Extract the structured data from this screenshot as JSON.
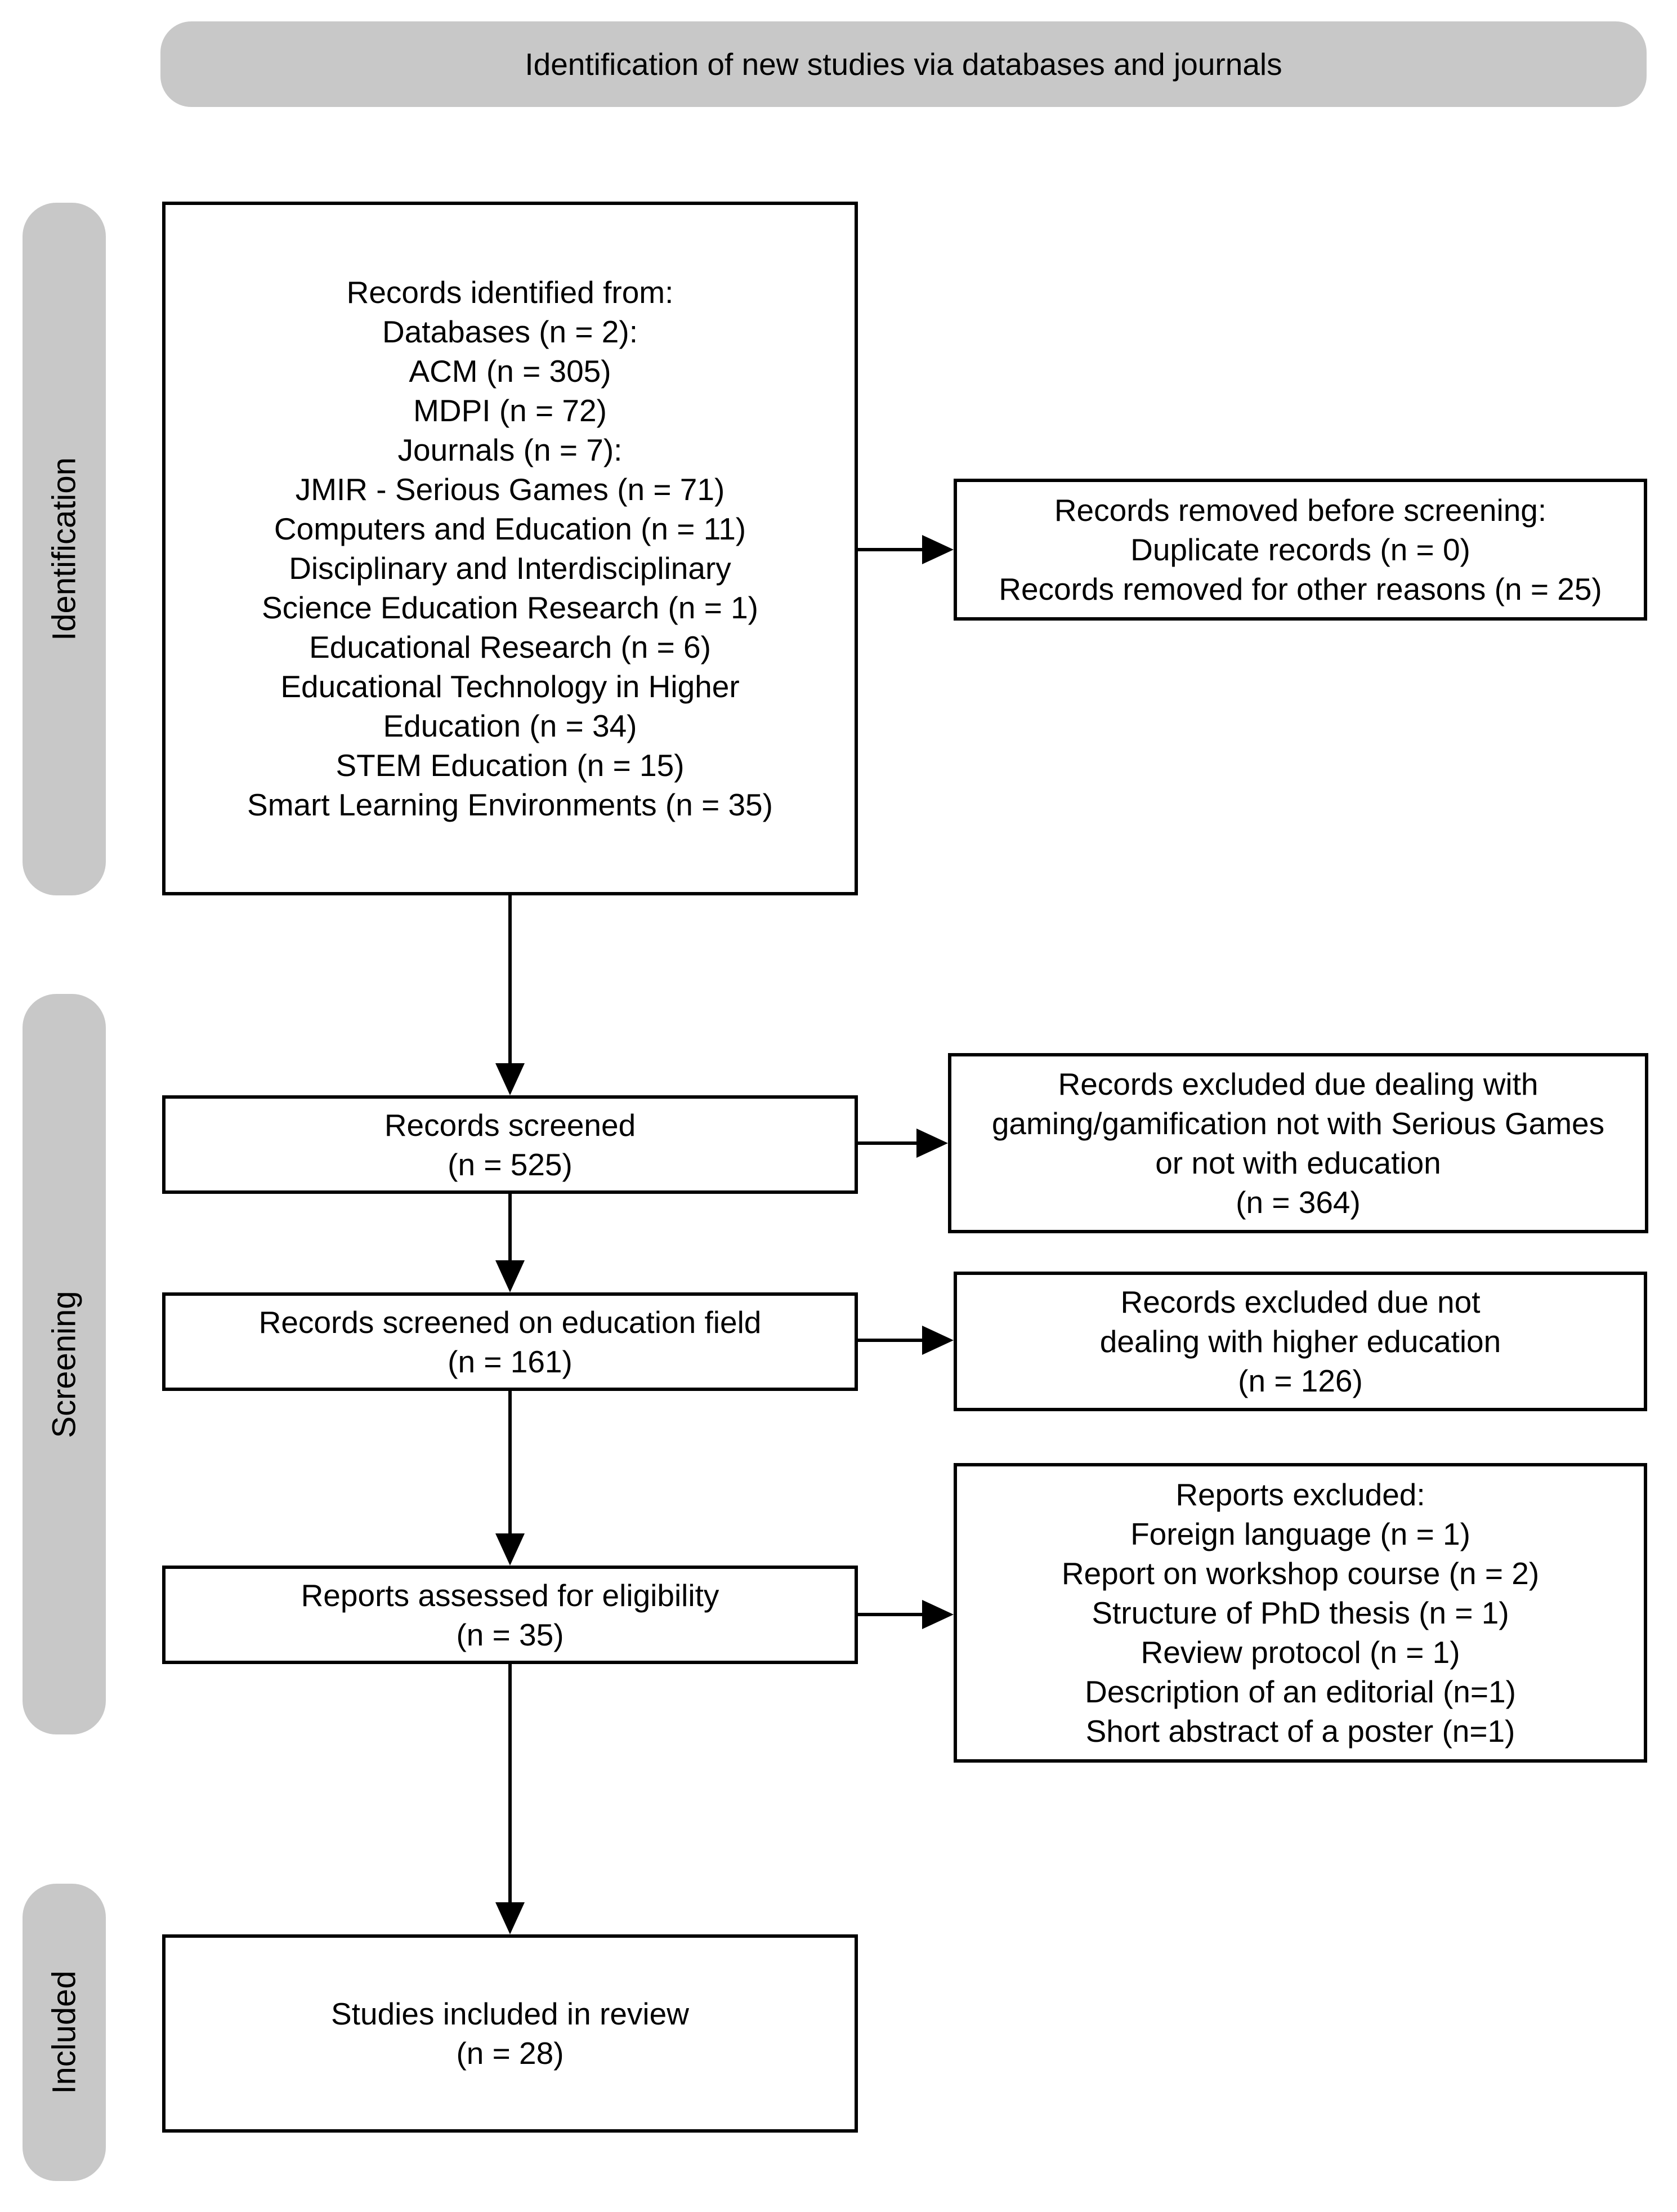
{
  "header": "Identification of new studies via databases and journals",
  "phases": [
    "Identification",
    "Screening",
    "Included"
  ],
  "boxes": {
    "records_identified": [
      "Records identified from:",
      "Databases (n = 2):",
      "ACM (n = 305)",
      "MDPI (n = 72)",
      "Journals (n = 7):",
      "JMIR - Serious Games (n = 71)",
      "Computers and Education (n = 11)",
      "Disciplinary and Interdisciplinary",
      "Science Education Research (n = 1)",
      "Educational Research (n = 6)",
      "Educational Technology in Higher",
      "Education (n = 34)",
      "STEM Education (n = 15)",
      "Smart Learning Environments (n = 35)"
    ],
    "records_removed": [
      "Records removed before screening:",
      "Duplicate records (n = 0)",
      "Records removed for other reasons (n = 25)"
    ],
    "records_screened": [
      "Records screened",
      "(n = 525)"
    ],
    "excluded_gaming": [
      "Records excluded due dealing with",
      "gaming/gamification not with Serious Games",
      "or not with education",
      "(n = 364)"
    ],
    "screened_education": [
      "Records screened on education field",
      "(n = 161)"
    ],
    "excluded_higher_ed": [
      "Records excluded due not",
      "dealing with higher education",
      "(n = 126)"
    ],
    "assessed_eligibility": [
      "Reports assessed for eligibility",
      "(n = 35)"
    ],
    "reports_excluded": [
      "Reports excluded:",
      "Foreign language (n = 1)",
      "Report on workshop course (n = 2)",
      "Structure of PhD thesis (n = 1)",
      "Review protocol (n = 1)",
      "Description of an editorial (n=1)",
      "Short abstract of a poster (n=1)"
    ],
    "included": [
      "Studies included in review",
      "(n = 28)"
    ]
  }
}
